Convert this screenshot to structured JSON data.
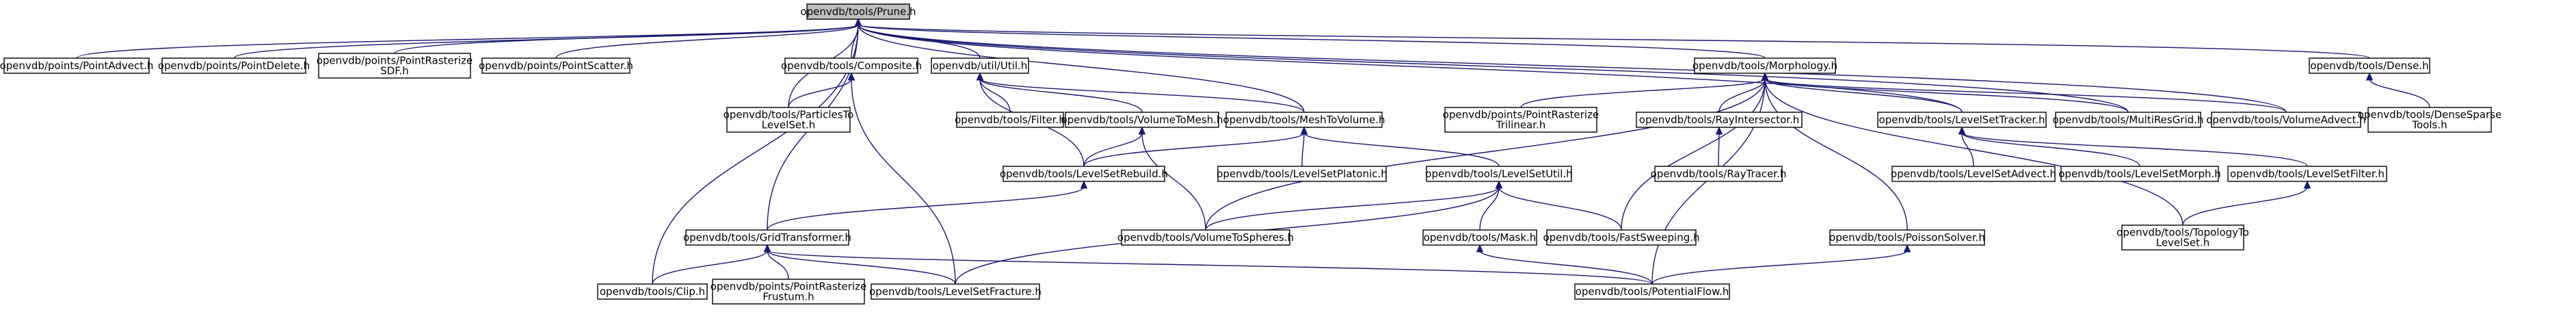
{
  "colors": {
    "edge": "#191970",
    "root_fill": "#bfbfbf",
    "node_fill": "#ffffff",
    "node_border": "#000000"
  },
  "nodes": [
    {
      "id": "prune",
      "lines": [
        "openvdb/tools/Prune.h"
      ],
      "root": true
    },
    {
      "id": "pointadvect",
      "lines": [
        "openvdb/points/PointAdvect.h"
      ]
    },
    {
      "id": "pointdelete",
      "lines": [
        "openvdb/points/PointDelete.h"
      ]
    },
    {
      "id": "pointrasterizesdf",
      "lines": [
        "openvdb/points/PointRasterize",
        "SDF.h"
      ]
    },
    {
      "id": "pointscatter",
      "lines": [
        "openvdb/points/PointScatter.h"
      ]
    },
    {
      "id": "composite",
      "lines": [
        "openvdb/tools/Composite.h"
      ]
    },
    {
      "id": "util",
      "lines": [
        "openvdb/util/Util.h"
      ]
    },
    {
      "id": "morphology",
      "lines": [
        "openvdb/tools/Morphology.h"
      ]
    },
    {
      "id": "dense",
      "lines": [
        "openvdb/tools/Dense.h"
      ]
    },
    {
      "id": "particlestolevelset",
      "lines": [
        "openvdb/tools/ParticlesTo",
        "LevelSet.h"
      ]
    },
    {
      "id": "filter",
      "lines": [
        "openvdb/tools/Filter.h"
      ]
    },
    {
      "id": "volumetomesh",
      "lines": [
        "openvdb/tools/VolumeToMesh.h"
      ]
    },
    {
      "id": "meshtovolume",
      "lines": [
        "openvdb/tools/MeshToVolume.h"
      ]
    },
    {
      "id": "pointrasterizetrilinear",
      "lines": [
        "openvdb/points/PointRasterize",
        "Trilinear.h"
      ]
    },
    {
      "id": "rayintersector",
      "lines": [
        "openvdb/tools/RayIntersector.h"
      ]
    },
    {
      "id": "levelsettracker",
      "lines": [
        "openvdb/tools/LevelSetTracker.h"
      ]
    },
    {
      "id": "multiresgrid",
      "lines": [
        "openvdb/tools/MultiResGrid.h"
      ]
    },
    {
      "id": "volumeadvect",
      "lines": [
        "openvdb/tools/VolumeAdvect.h"
      ]
    },
    {
      "id": "densesparsetools",
      "lines": [
        "openvdb/tools/DenseSparse",
        "Tools.h"
      ]
    },
    {
      "id": "levelsetrebuild",
      "lines": [
        "openvdb/tools/LevelSetRebuild.h"
      ]
    },
    {
      "id": "levelsetplatonic",
      "lines": [
        "openvdb/tools/LevelSetPlatonic.h"
      ]
    },
    {
      "id": "levelsetutil",
      "lines": [
        "openvdb/tools/LevelSetUtil.h"
      ]
    },
    {
      "id": "raytracer",
      "lines": [
        "openvdb/tools/RayTracer.h"
      ]
    },
    {
      "id": "levelsetadvect",
      "lines": [
        "openvdb/tools/LevelSetAdvect.h"
      ]
    },
    {
      "id": "levelsetmorph",
      "lines": [
        "openvdb/tools/LevelSetMorph.h"
      ]
    },
    {
      "id": "levelsetfilter",
      "lines": [
        "openvdb/tools/LevelSetFilter.h"
      ]
    },
    {
      "id": "gridtransformer",
      "lines": [
        "openvdb/tools/GridTransformer.h"
      ]
    },
    {
      "id": "volumetospheres",
      "lines": [
        "openvdb/tools/VolumeToSpheres.h"
      ]
    },
    {
      "id": "mask",
      "lines": [
        "openvdb/tools/Mask.h"
      ]
    },
    {
      "id": "fastsweeping",
      "lines": [
        "openvdb/tools/FastSweeping.h"
      ]
    },
    {
      "id": "poissonsolver",
      "lines": [
        "openvdb/tools/PoissonSolver.h"
      ]
    },
    {
      "id": "topologytolevelset",
      "lines": [
        "openvdb/tools/TopologyTo",
        "LevelSet.h"
      ]
    },
    {
      "id": "clip",
      "lines": [
        "openvdb/tools/Clip.h"
      ]
    },
    {
      "id": "pointrasterizefrustum",
      "lines": [
        "openvdb/points/PointRasterize",
        "Frustum.h"
      ]
    },
    {
      "id": "levelsetfracture",
      "lines": [
        "openvdb/tools/LevelSetFracture.h"
      ]
    },
    {
      "id": "potentialflow",
      "lines": [
        "openvdb/tools/PotentialFlow.h"
      ]
    }
  ],
  "edges": [
    [
      "pointadvect",
      "prune"
    ],
    [
      "pointdelete",
      "prune"
    ],
    [
      "pointrasterizesdf",
      "prune"
    ],
    [
      "pointscatter",
      "prune"
    ],
    [
      "composite",
      "prune"
    ],
    [
      "util",
      "prune"
    ],
    [
      "morphology",
      "prune"
    ],
    [
      "dense",
      "prune"
    ],
    [
      "particlestolevelset",
      "prune"
    ],
    [
      "meshtovolume",
      "prune"
    ],
    [
      "levelsettracker",
      "prune"
    ],
    [
      "multiresgrid",
      "prune"
    ],
    [
      "volumeadvect",
      "prune"
    ],
    [
      "gridtransformer",
      "prune"
    ],
    [
      "clip",
      "prune"
    ],
    [
      "particlestolevelset",
      "composite"
    ],
    [
      "levelsetfracture",
      "composite"
    ],
    [
      "filter",
      "util"
    ],
    [
      "volumetomesh",
      "util"
    ],
    [
      "meshtovolume",
      "util"
    ],
    [
      "levelsetrebuild",
      "util"
    ],
    [
      "pointrasterizetrilinear",
      "morphology"
    ],
    [
      "rayintersector",
      "morphology"
    ],
    [
      "levelsettracker",
      "morphology"
    ],
    [
      "multiresgrid",
      "morphology"
    ],
    [
      "volumeadvect",
      "morphology"
    ],
    [
      "volumetospheres",
      "morphology"
    ],
    [
      "fastsweeping",
      "morphology"
    ],
    [
      "poissonsolver",
      "morphology"
    ],
    [
      "topologytolevelset",
      "morphology"
    ],
    [
      "potentialflow",
      "morphology"
    ],
    [
      "densesparsetools",
      "dense"
    ],
    [
      "levelsetrebuild",
      "volumetomesh"
    ],
    [
      "volumetospheres",
      "volumetomesh"
    ],
    [
      "levelsetrebuild",
      "meshtovolume"
    ],
    [
      "levelsetplatonic",
      "meshtovolume"
    ],
    [
      "levelsetutil",
      "meshtovolume"
    ],
    [
      "raytracer",
      "rayintersector"
    ],
    [
      "levelsetadvect",
      "levelsettracker"
    ],
    [
      "levelsetmorph",
      "levelsettracker"
    ],
    [
      "levelsetfilter",
      "levelsettracker"
    ],
    [
      "topologytolevelset",
      "levelsetfilter"
    ],
    [
      "gridtransformer",
      "levelsetrebuild"
    ],
    [
      "volumetospheres",
      "levelsetutil"
    ],
    [
      "mask",
      "levelsetutil"
    ],
    [
      "fastsweeping",
      "levelsetutil"
    ],
    [
      "levelsetfracture",
      "levelsetutil"
    ],
    [
      "clip",
      "gridtransformer"
    ],
    [
      "pointrasterizefrustum",
      "gridtransformer"
    ],
    [
      "levelsetfracture",
      "gridtransformer"
    ],
    [
      "potentialflow",
      "gridtransformer"
    ],
    [
      "potentialflow",
      "mask"
    ],
    [
      "potentialflow",
      "poissonsolver"
    ]
  ]
}
